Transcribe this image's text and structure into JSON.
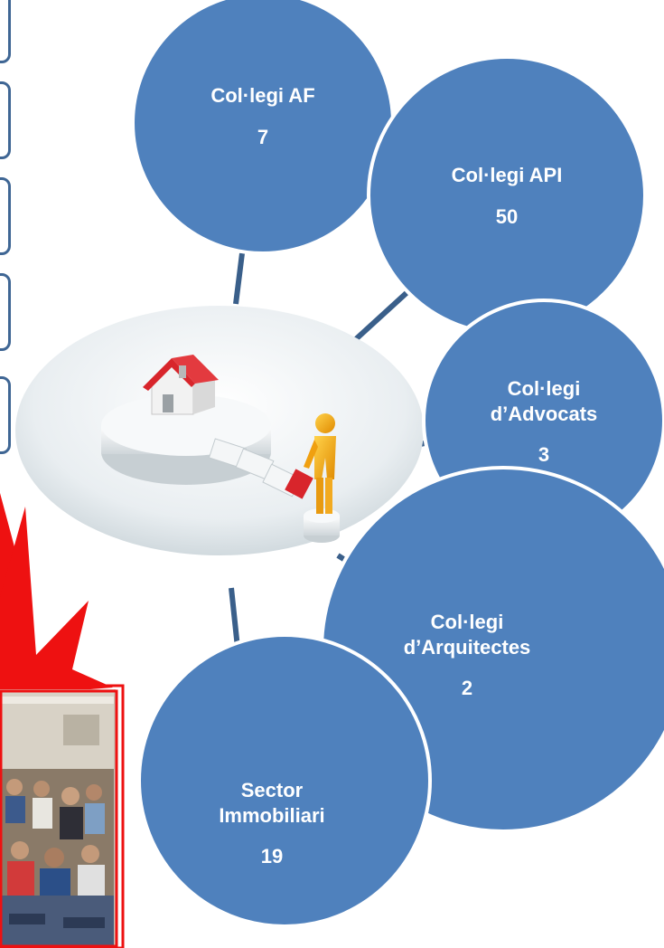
{
  "colors": {
    "node_fill": "#4f81bd",
    "node_stroke": "#ffffff",
    "connector": "#3a5f8a",
    "left_box_border": "#3f6694",
    "burst_red": "#ee1111",
    "frame_red": "#ee1111"
  },
  "diagram": {
    "center": {
      "image": "house-on-pedestal-with-puzzle-bridge-illustration"
    },
    "nodes": [
      {
        "id": "af",
        "title_lines": [
          "Col·legi AF"
        ],
        "value": "7"
      },
      {
        "id": "api",
        "title_lines": [
          "Col·legi API"
        ],
        "value": "50"
      },
      {
        "id": "advocats",
        "title_lines": [
          "Col·legi",
          "d’Advocats"
        ],
        "value": "3"
      },
      {
        "id": "arquitectes",
        "title_lines": [
          "Col·legi",
          "d’Arquitectes"
        ],
        "value": "2"
      },
      {
        "id": "sector",
        "title_lines": [
          "Sector",
          "Immobiliari"
        ],
        "value": "19"
      }
    ]
  },
  "left_panel": {
    "photo": "classroom-attendees-photo"
  }
}
